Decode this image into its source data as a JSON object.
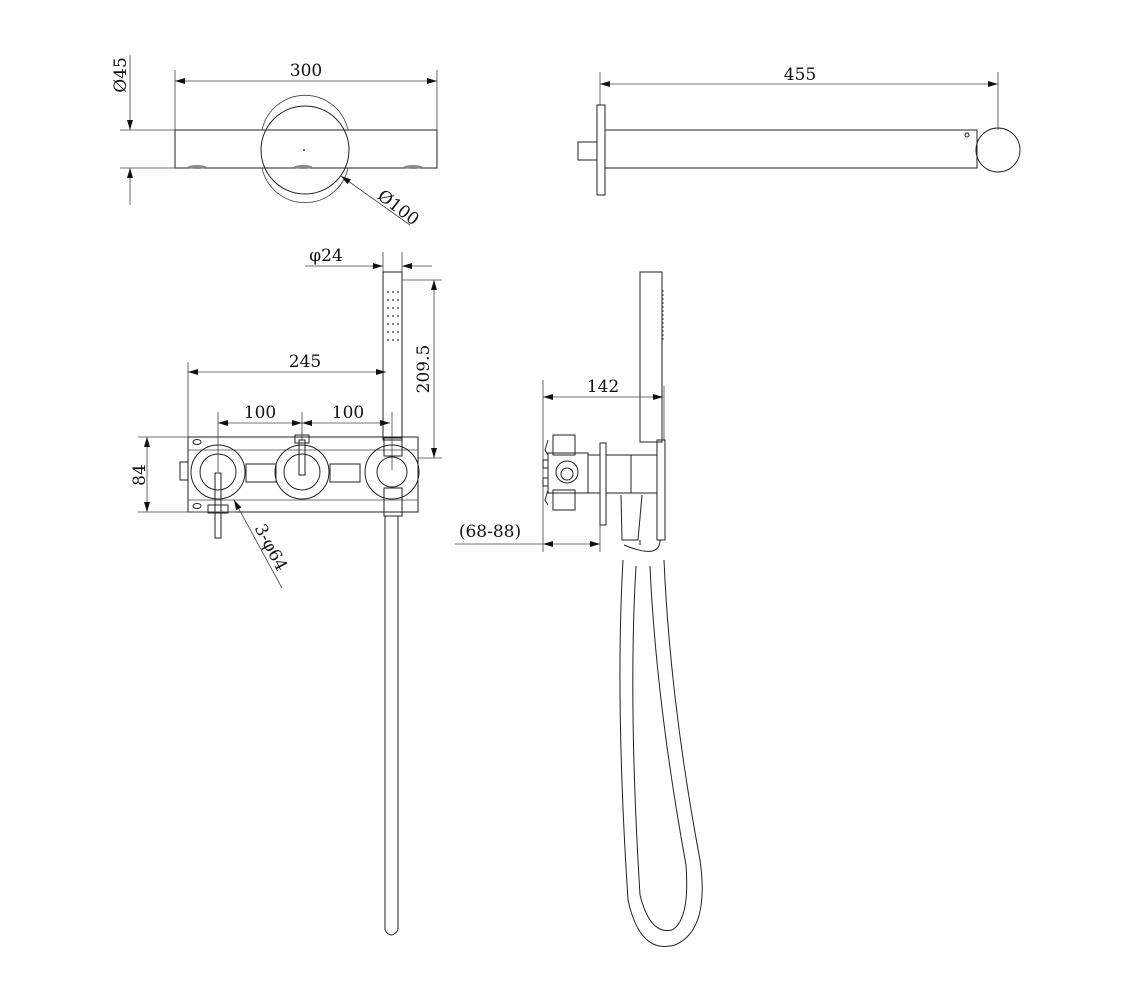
{
  "drawing": {
    "top_view": {
      "width_dim": "300",
      "height_dim": "Ø45",
      "flange_dim": "Ø100"
    },
    "side_view": {
      "length_dim": "455"
    },
    "front_view": {
      "handshower_dia": "φ24",
      "handshower_height": "209.5",
      "overall_width": "245",
      "spacing_left": "100",
      "spacing_right": "100",
      "plate_height": "84",
      "handle_dia": "3-φ64"
    },
    "profile_view": {
      "projection": "142",
      "wall_depth": "(68-88)"
    }
  }
}
